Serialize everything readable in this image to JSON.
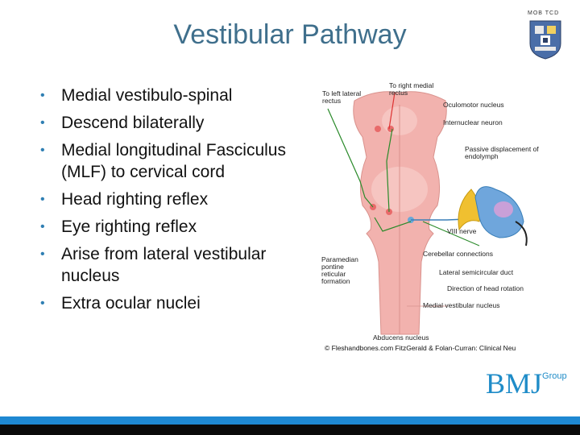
{
  "header": {
    "logo_text": "MOB TCD",
    "title": "Vestibular Pathway"
  },
  "bullets": [
    "Medial vestibulo-spinal",
    "Descend bilaterally",
    "Medial longitudinal Fasciculus (MLF) to cervical cord",
    "Head righting reflex",
    "Eye righting reflex",
    "Arise from lateral vestibular nucleus",
    "Extra ocular nuclei"
  ],
  "figure": {
    "labels": {
      "left_lateral": "To left lateral rectus",
      "right_medial": "To right medial rectus",
      "oculomotor": "Oculomotor nucleus",
      "internuclear": "Internuclear neuron",
      "passive_displacement": "Passive displacement of endolymph",
      "viii_nerve": "VIII nerve",
      "cerebellar": "Cerebellar connections",
      "paramedian": "Paramedian pontine reticular formation",
      "lateral_semicircular": "Lateral semicircular duct",
      "head_rotation": "Direction of head rotation",
      "medial_vestibular": "Medial vestibular nucleus",
      "abducens": "Abducens nucleus"
    },
    "copyright": "© Fleshandbones.com FitzGerald & Folan-Curran: Clinical Neu"
  },
  "footer": {
    "publisher": "BMJ",
    "publisher_suffix": "Group"
  },
  "colors": {
    "title": "#3f6f8c",
    "bullet": "#2f7fb3",
    "brand": "#1f8cc8",
    "brainstem": "#f2b2ae"
  }
}
